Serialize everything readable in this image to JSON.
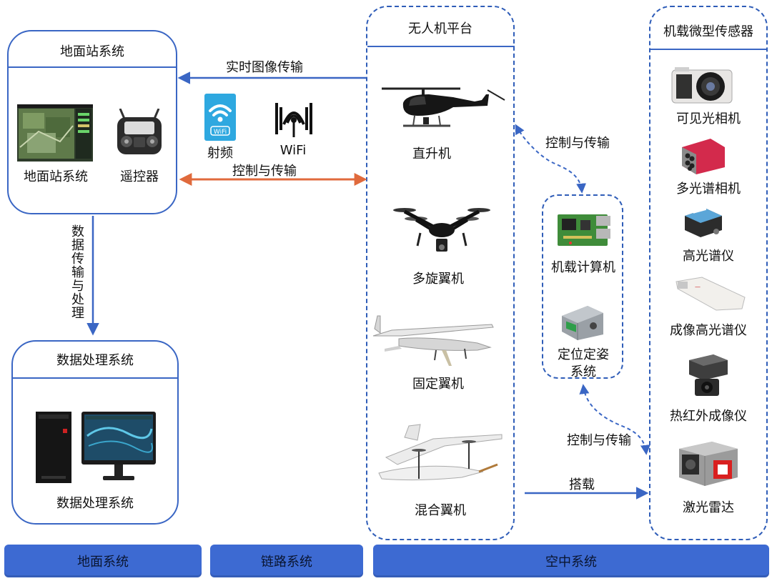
{
  "ground": {
    "title": "地面站系统",
    "station_label": "地面站系统",
    "remote_label": "遥控器"
  },
  "data_proc": {
    "title": "数据处理系统",
    "caption": "数据处理系统"
  },
  "links": {
    "realtime": "实时图像传输",
    "rf_label": "射频",
    "wifi_label": "WiFi",
    "wifi_text": "WiFi",
    "ctrl": "控制与传输",
    "data_vertical": "数据传输与处理"
  },
  "uav": {
    "title": "无人机平台",
    "items": [
      "直升机",
      "多旋翼机",
      "固定翼机",
      "混合翼机"
    ]
  },
  "onboard": {
    "ctrl_top": "控制与传输",
    "computer": "机载计算机",
    "pos_line1": "定位定姿",
    "pos_line2": "系统",
    "ctrl_bottom": "控制与传输",
    "carry": "搭载"
  },
  "sensors": {
    "title": "机载微型传感器",
    "items": [
      "可见光相机",
      "多光谱相机",
      "高光谱仪",
      "成像高光谱仪",
      "热红外成像仪",
      "激光雷达"
    ]
  },
  "bars": {
    "ground": "地面系统",
    "link": "链路系统",
    "air": "空中系统"
  },
  "colors": {
    "blue": "#3a66c4",
    "orange": "#e06a3c",
    "bar": "#3d6ad2"
  }
}
